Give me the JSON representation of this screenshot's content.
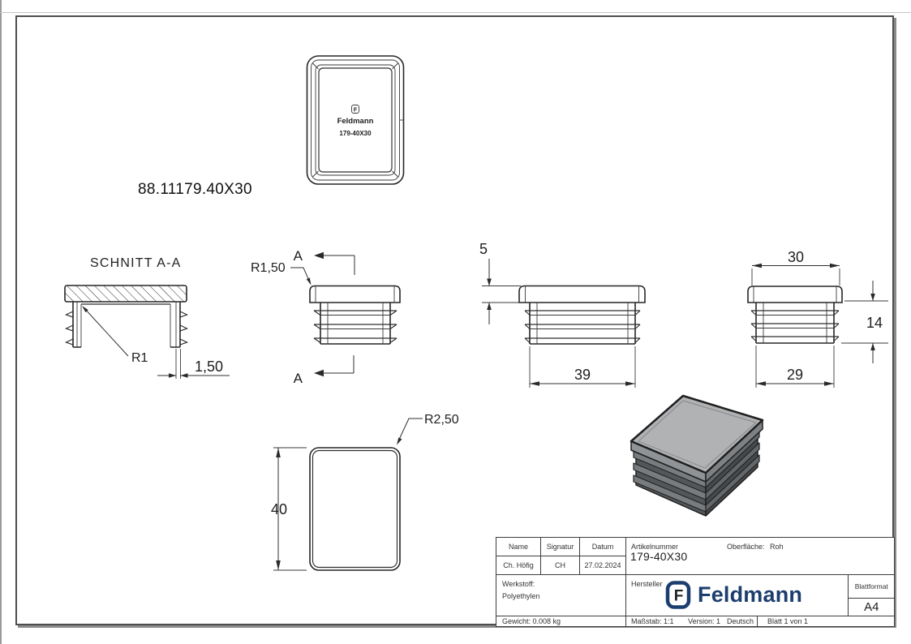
{
  "page": {
    "part_number": "88.11179.40X30"
  },
  "views": {
    "top": {
      "logo_mark": "F",
      "brand": "Feldmann",
      "part": "179-40X30"
    },
    "section": {
      "title": "SCHNITT A-A",
      "radius_label": "R1",
      "wall_thickness": "1,50"
    },
    "front": {
      "radius_label": "R1,50",
      "section_letter_top": "A",
      "section_letter_bottom": "A"
    },
    "side": {
      "cap_height": "5",
      "width": "39"
    },
    "right": {
      "top_width": "30",
      "insert_depth": "14",
      "bottom_width": "29"
    },
    "back": {
      "height": "40",
      "radius_label": "R2,50"
    }
  },
  "title_block": {
    "name_label": "Name",
    "signature_label": "Signatur",
    "date_label": "Datum",
    "name_value": "Ch. Höfig",
    "signature_value": "CH",
    "date_value": "27.02.2024",
    "article_label": "Artikelnummer",
    "article_value": "179-40X30",
    "surface_label": "Oberfläche:",
    "surface_value": "Roh",
    "material_label": "Werkstoff:",
    "material_value": "Polyethylen",
    "manufacturer_label": "Hersteller",
    "logo_letter": "F",
    "logo_text": "Feldmann",
    "format_label": "Blattformat",
    "format_value": "A4",
    "weight": "Gewicht: 0.008 kg",
    "scale": "Maßstab: 1:1",
    "version": "Version: 1",
    "language": "Deutsch",
    "sheet": "Blatt 1 von 1"
  },
  "colors": {
    "brand_navy": "#1c3e6e",
    "render_top": "#b0b2b4",
    "render_side": "#7e8183",
    "render_dark": "#46494c"
  }
}
